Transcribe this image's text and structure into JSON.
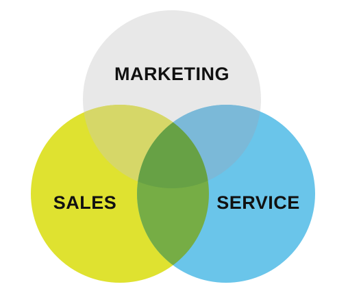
{
  "diagram": {
    "type": "venn",
    "sets": [
      {
        "id": "marketing",
        "label": "MARKETING",
        "color": "#e8e8e8"
      },
      {
        "id": "sales",
        "label": "SALES",
        "color": "#dfe230"
      },
      {
        "id": "service",
        "label": "SERVICE",
        "color": "#6ac5ea"
      }
    ],
    "overlap_colors": {
      "marketing_sales": "#d6d768",
      "marketing_service": "#7bb9d8",
      "sales_service": "#76ad45",
      "all_three": "#67a145"
    }
  }
}
